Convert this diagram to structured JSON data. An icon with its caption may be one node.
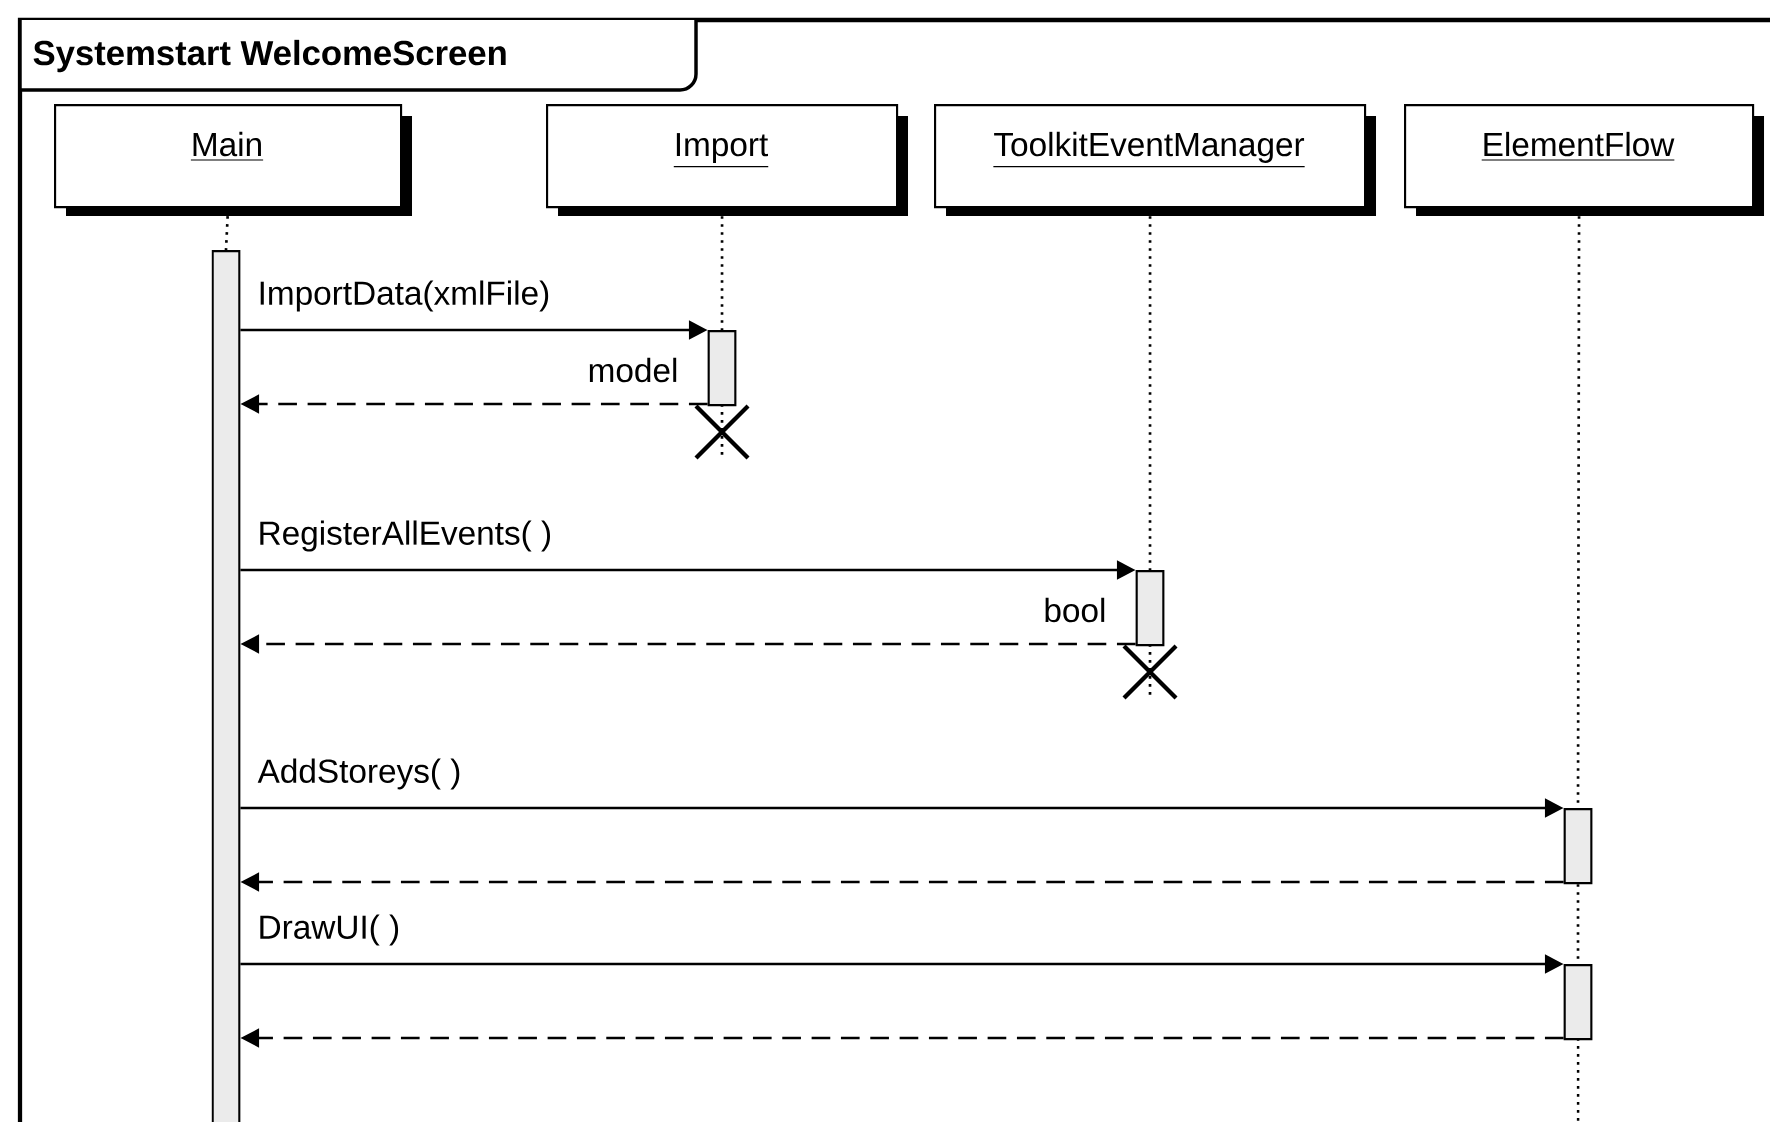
{
  "diagram": {
    "title": "Systemstart WelcomeScreen",
    "nodes": [
      {
        "text": [
          "Main"
        ]
      },
      {
        "text": [
          "Import"
        ]
      },
      {
        "text": [
          "ToolkitEventManager"
        ]
      },
      {
        "text": [
          "ElementFlow"
        ]
      },
      {
        "text": [],
        "shape": "bar"
      },
      {
        "text": [],
        "shape": "bar"
      },
      {
        "text": [],
        "shape": "bar"
      },
      {
        "text": [],
        "shape": "bar"
      },
      {
        "text": [],
        "shape": "bar"
      }
    ],
    "edges": [
      {
        "from": 4,
        "to": 5,
        "arrow": "to",
        "label": "ImportData(xmlFile)"
      },
      {
        "from": 5,
        "to": 4,
        "arrow": "to",
        "label": "model",
        "style": "dashed"
      },
      {
        "from": 4,
        "to": 6,
        "arrow": "to",
        "label": "RegisterAllEvents( )"
      },
      {
        "from": 6,
        "to": 4,
        "arrow": "to",
        "label": "bool",
        "style": "dashed"
      },
      {
        "from": 4,
        "to": 7,
        "arrow": "to",
        "label": "AddStoreys( )"
      },
      {
        "from": 7,
        "to": 4,
        "arrow": "to",
        "style": "dashed"
      },
      {
        "from": 4,
        "to": 8,
        "arrow": "to",
        "label": "DrawUI( )"
      },
      {
        "from": 8,
        "to": 4,
        "arrow": "to",
        "style": "dashed"
      },
      {
        "from": 0,
        "to": 4,
        "arrow": "none",
        "style": "dashed"
      },
      {
        "from": 1,
        "to": 5,
        "arrow": "none",
        "style": "dashed"
      },
      {
        "from": 2,
        "to": 6,
        "arrow": "none",
        "style": "dashed"
      },
      {
        "from": 3,
        "to": 7,
        "arrow": "none",
        "style": "dashed"
      },
      {
        "from": 7,
        "to": 8,
        "arrow": "none",
        "style": "dashed"
      }
    ]
  }
}
